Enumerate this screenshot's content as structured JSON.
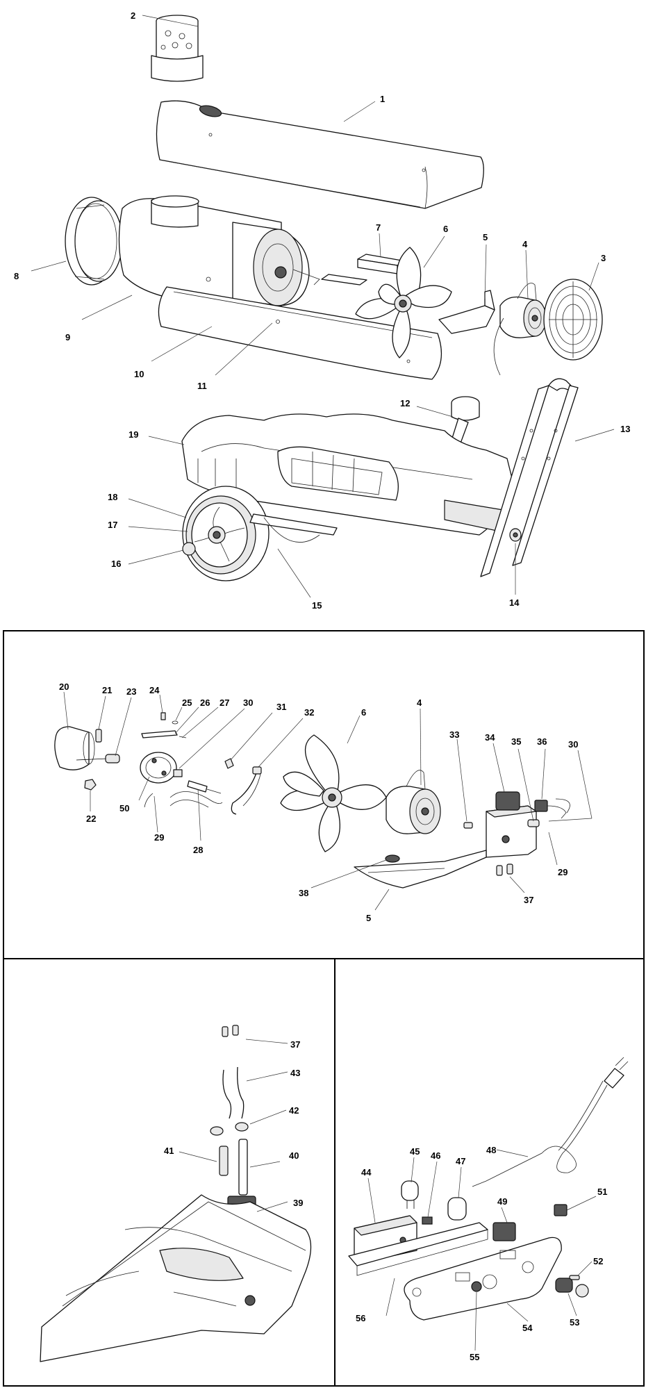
{
  "callouts": {
    "c1": "1",
    "c2": "2",
    "c3": "3",
    "c4": "4",
    "c5": "5",
    "c6": "6",
    "c7": "7",
    "c8": "8",
    "c9": "9",
    "c10": "10",
    "c11": "11",
    "c12": "12",
    "c13": "13",
    "c14": "14",
    "c15": "15",
    "c16": "16",
    "c17": "17",
    "c18": "18",
    "c19": "19",
    "c20": "20",
    "c21": "21",
    "c23": "23",
    "c24": "24",
    "c25": "25",
    "c26": "26",
    "c27": "27",
    "c30": "30",
    "c31": "31",
    "c32": "32",
    "c6b": "6",
    "c4b": "4",
    "c33": "33",
    "c34": "34",
    "c35": "35",
    "c36": "36",
    "c30b": "30",
    "c22": "22",
    "c50": "50",
    "c29": "29",
    "c28": "28",
    "c29b": "29",
    "c37": "37",
    "c38": "38",
    "c5b": "5",
    "c37b": "37",
    "c43": "43",
    "c42": "42",
    "c41": "41",
    "c40": "40",
    "c39": "39",
    "c48": "48",
    "c45": "45",
    "c46": "46",
    "c47": "47",
    "c44": "44",
    "c49": "49",
    "c51": "51",
    "c52": "52",
    "c56": "56",
    "c54": "54",
    "c53": "53",
    "c55": "55"
  }
}
